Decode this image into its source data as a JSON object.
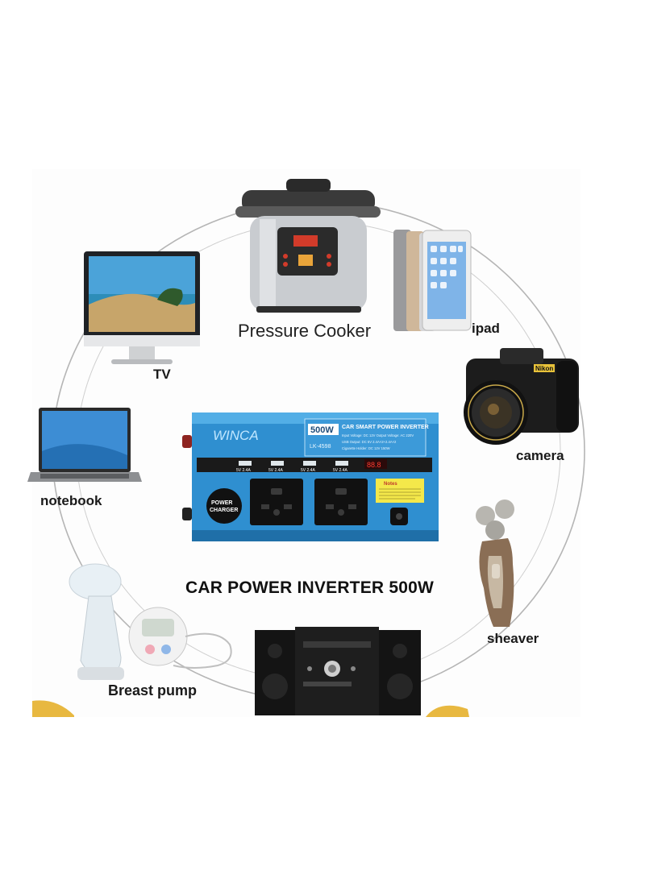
{
  "headline": "CAR POWER INVERTER 500W",
  "devices": {
    "pressure_cooker": "Pressure Cooker",
    "ipad": "ipad",
    "tv": "TV",
    "camera": "camera",
    "notebook": "notebook",
    "sheaver": "sheaver",
    "breast_pump": "Breast pump"
  },
  "inverter": {
    "brand": "WINCA",
    "wattage": "500W",
    "model": "LK-4598",
    "title": "CAR SMART POWER INVERTER",
    "spec_line_1": "Input Voltage: DC 12V   Output Voltage: AC 220V",
    "spec_line_2": "USB Output: DC 5V  2.4A×2+2.4A×2",
    "spec_line_3": "Cigarette Holder: DC 12V 150W",
    "usb_label": "5V 2.4A",
    "badge_line_1": "POWER",
    "badge_line_2": "CHARGER",
    "notes_title": "Notes",
    "display": "88.8"
  },
  "camera_brand": "Nikon",
  "colors": {
    "inverter_blue": "#2f8fd0",
    "ring_gray": "#b5b5b5",
    "accent_gold": "#e8b840"
  }
}
